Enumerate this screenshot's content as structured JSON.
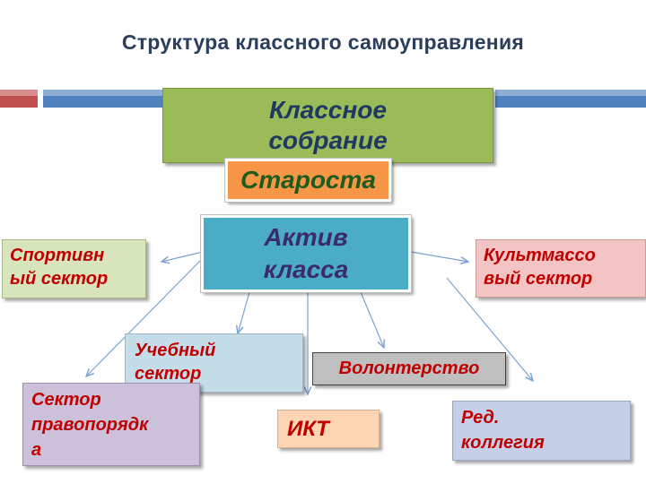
{
  "title": "Структура классного самоуправления",
  "colors": {
    "title": "#2c3e5c",
    "bar_red": "#c0504d",
    "bar_blue": "#4f81bd",
    "arrow": "#7ba3cf",
    "dark_text": "#1f3864",
    "red_text": "#c00000"
  },
  "nodes": {
    "klassnoe": {
      "label": "Классное\nсобрание",
      "bg": "#9bbb59",
      "color": "#1f3864"
    },
    "starosta": {
      "label": "Староста",
      "bg": "#f79646",
      "color": "#1e5c1e"
    },
    "aktiv": {
      "label": "Актив\nкласса",
      "bg": "#4bacc6",
      "color": "#3b2a6e"
    },
    "sport": {
      "label": "Спортивн\nый сектор",
      "bg": "#d8e4bc",
      "color": "#c00000"
    },
    "kult": {
      "label": "Культмассо\nвый сектор",
      "bg": "#f2c4c4",
      "color": "#c00000"
    },
    "ucheb": {
      "label": "Учебный\nсектор",
      "bg": "#c5dde8",
      "color": "#c00000"
    },
    "volont": {
      "label": "Волонтерство",
      "bg": "#bfbfbf",
      "color": "#c00000"
    },
    "pravo": {
      "label": "Сектор\nправопорядк\nа",
      "bg": "#ccc0da",
      "color": "#c00000"
    },
    "ikt": {
      "label": "ИКТ",
      "bg": "#fcd5b4",
      "color": "#c00000"
    },
    "red": {
      "label": "Ред.\nколлегия",
      "bg": "#c5d0e8",
      "color": "#c00000"
    }
  }
}
